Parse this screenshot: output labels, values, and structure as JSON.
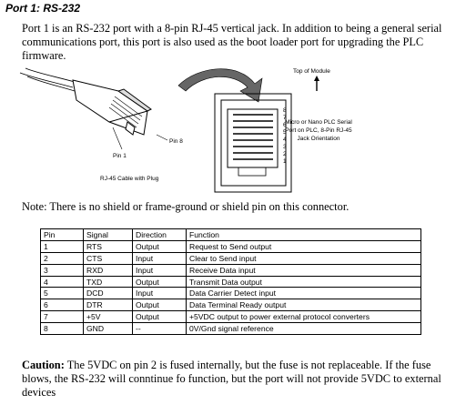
{
  "heading": "Port 1: RS-232",
  "intro": "Port 1 is an RS-232 port with a 8-pin RJ-45 vertical jack. In addition to being a general serial communications port, this port is also used as the boot loader port for upgrading the PLC firmware.",
  "diagram": {
    "top_of_module": "Top of Module",
    "jack_caption": [
      "Micro or Nano PLC Serial",
      "Port on PLC, 8-Pin RJ-45",
      "Jack Orientation"
    ],
    "pin8_label": "Pin 8",
    "pin1_label": "Pin 1",
    "cable_caption": "RJ-45 Cable with Plug",
    "jack_pin_numbers": [
      "8",
      "7",
      "6",
      "5",
      "4",
      "3",
      "2",
      "1"
    ]
  },
  "note": "Note: There is no shield or frame-ground or shield pin on this connector.",
  "table": {
    "headers": [
      "Pin",
      "Signal",
      "Direction",
      "Function"
    ],
    "rows": [
      [
        "1",
        "RTS",
        "Output",
        "Request to Send output"
      ],
      [
        "2",
        "CTS",
        "Input",
        "Clear to Send input"
      ],
      [
        "3",
        "RXD",
        "Input",
        "Receive Data input"
      ],
      [
        "4",
        "TXD",
        "Output",
        "Transmit Data output"
      ],
      [
        "5",
        "DCD",
        "Input",
        "Data Carrier Detect input"
      ],
      [
        "6",
        "DTR",
        "Output",
        "Data Terminal Ready output"
      ],
      [
        "7",
        "+5V",
        "Output",
        "+5VDC output to power external protocol converters"
      ],
      [
        "8",
        "GND",
        "--",
        "0V/Gnd signal reference"
      ]
    ]
  },
  "caution": {
    "label": "Caution:",
    "text": " The 5VDC on pin 2 is fused internally, but the fuse is not replaceable. If the fuse blows, the RS-232 will conntinue fo function, but the port will not provide 5VDC to external devices"
  }
}
